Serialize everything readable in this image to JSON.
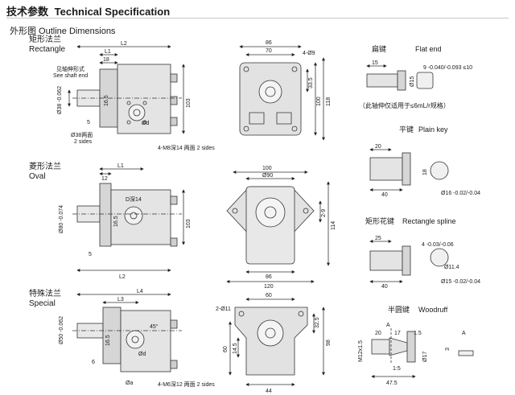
{
  "header": {
    "title_cn": "技术参数",
    "title_en": "Technical Specification"
  },
  "outline": {
    "title": "外形图   Outline Dimensions"
  },
  "sections": {
    "rectangle": {
      "cn": "矩形法兰",
      "en": "Rectangle"
    },
    "oval": {
      "cn": "菱形法兰",
      "en": "Oval"
    },
    "special": {
      "cn": "特殊法兰",
      "en": "Special"
    }
  },
  "rect_dims": {
    "l1": "L1",
    "l2": "L2",
    "d18": "18",
    "shaft_cn": "见轴伸形式",
    "shaft_en": "See shaft end",
    "d5": "5",
    "d16_5": "16.5",
    "dia38": "Ø38 -0.062",
    "dia38_sides_cn": "Ø38两面",
    "dia38_sides_en": "2 sides",
    "dd": "Ød",
    "d103": "103",
    "m8": "4-M8深14 两面 2 sides",
    "d86": "86",
    "d70": "70",
    "d4_9": "4-Ø9",
    "d33_5": "33.5",
    "d100": "100",
    "d118": "118"
  },
  "oval_dims": {
    "l1": "L1",
    "l2": "L2",
    "d12": "12",
    "dia80": "Ø80 -0.074",
    "d16_5": "16.5",
    "d14": "D深14",
    "d5": "5",
    "d103": "103",
    "d100": "100",
    "dia90": "Ø90",
    "d2_9": "2-9",
    "d114": "114",
    "d86": "86",
    "d120": "120"
  },
  "special_dims": {
    "l3": "L3",
    "l4": "L4",
    "dia50": "Ø50 -0.062",
    "d16_5": "16.5",
    "d6": "6",
    "d45": "45°",
    "dd": "Ød",
    "dphi": "Øa",
    "m6": "4-M6深12 两面 2 sides",
    "d60a": "60",
    "d2_11": "2-Ø11",
    "d32_5": "32.5",
    "d60b": "60",
    "d14_5": "14.5",
    "d98": "98",
    "d44": "44"
  },
  "shafts": {
    "flat": {
      "cn": "扁键",
      "en": "Flat end",
      "d15": "15",
      "dia15": "Ø15",
      "tol": "9 -0.040/-0.093 ≤10",
      "note": "（此轴伸仅适用于≤6mL/r规格）"
    },
    "plain": {
      "cn": "平键",
      "en": "Plain key",
      "d20": "20",
      "d40": "40",
      "d18": "18",
      "tol": "Ø16 -0.02/-0.04"
    },
    "spline": {
      "cn": "矩形花键",
      "en": "Rectangle spline",
      "d25": "25",
      "d40": "40",
      "d4": "4 -0.03/-0.06",
      "d11_4": "Ø11.4",
      "tol": "Ø15 -0.02/-0.04"
    },
    "woodruff": {
      "cn": "半圆键",
      "en": "Woodruff",
      "a1": "A",
      "a2": "A",
      "m12": "M12x1.5",
      "d20": "20",
      "d17": "17",
      "d1_5a": "1.5",
      "d3": "3",
      "d1_5b": "1:5",
      "dia17": "Ø17",
      "d47_5": "47.5"
    }
  }
}
